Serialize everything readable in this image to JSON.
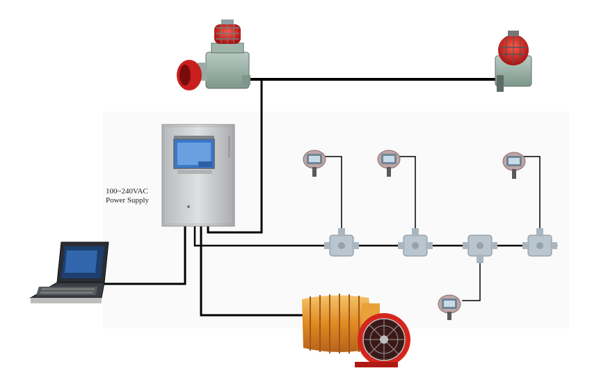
{
  "power_supply": {
    "line1": "100~240VAC",
    "line2": "Power Supply"
  },
  "colors": {
    "wire": "#000000",
    "cabinet": "#c9cbce",
    "screen": "#3a78c8",
    "alarm_red": "#c81e1e",
    "housing": "#8fa69c",
    "fan_red": "#d4261c",
    "duct_orange": "#e8a23a"
  },
  "devices": {
    "controller": "controller-cabinet",
    "siren": "sound-light-alarm-icon",
    "beacon": "warning-beacon-icon",
    "laptop": "laptop-icon",
    "fan": "ventilation-fan-icon",
    "detectors": [
      "gas-detector-icon",
      "gas-detector-icon",
      "gas-detector-icon",
      "gas-detector-icon"
    ],
    "junction_boxes": [
      "junction-box-icon",
      "junction-box-icon",
      "junction-box-icon",
      "junction-box-icon"
    ]
  }
}
